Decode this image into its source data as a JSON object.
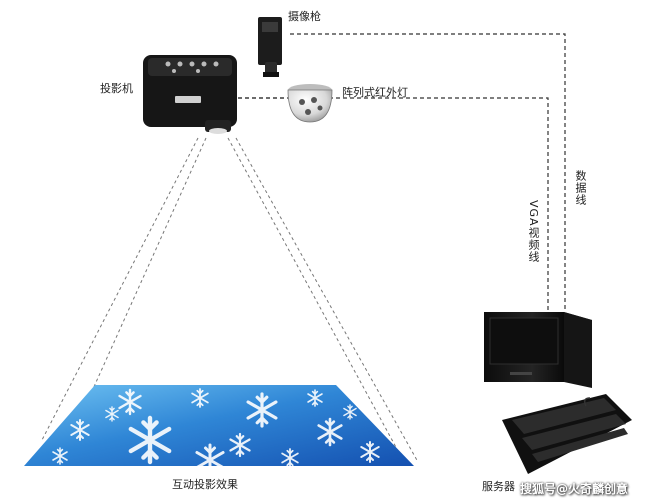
{
  "labels": {
    "camera": "摄像枪",
    "projector": "投影机",
    "infrared_lamp": "阵列式红外灯",
    "data_cable": "数据线",
    "vga_cable": "VGA视频线",
    "floor_effect": "互动投影效果",
    "server": "服务器"
  },
  "watermark": "搜狐号@火奇麟创意",
  "colors": {
    "connector": "#333333",
    "floor_light": "#4aa8e8",
    "floor_dark": "#1556b5",
    "device_body": "#1a1a1a"
  },
  "icons": [
    "camera-icon",
    "projector-icon",
    "infrared-lamp-icon",
    "server-tower-icon",
    "keyboard-icon",
    "snowflake-icon"
  ]
}
